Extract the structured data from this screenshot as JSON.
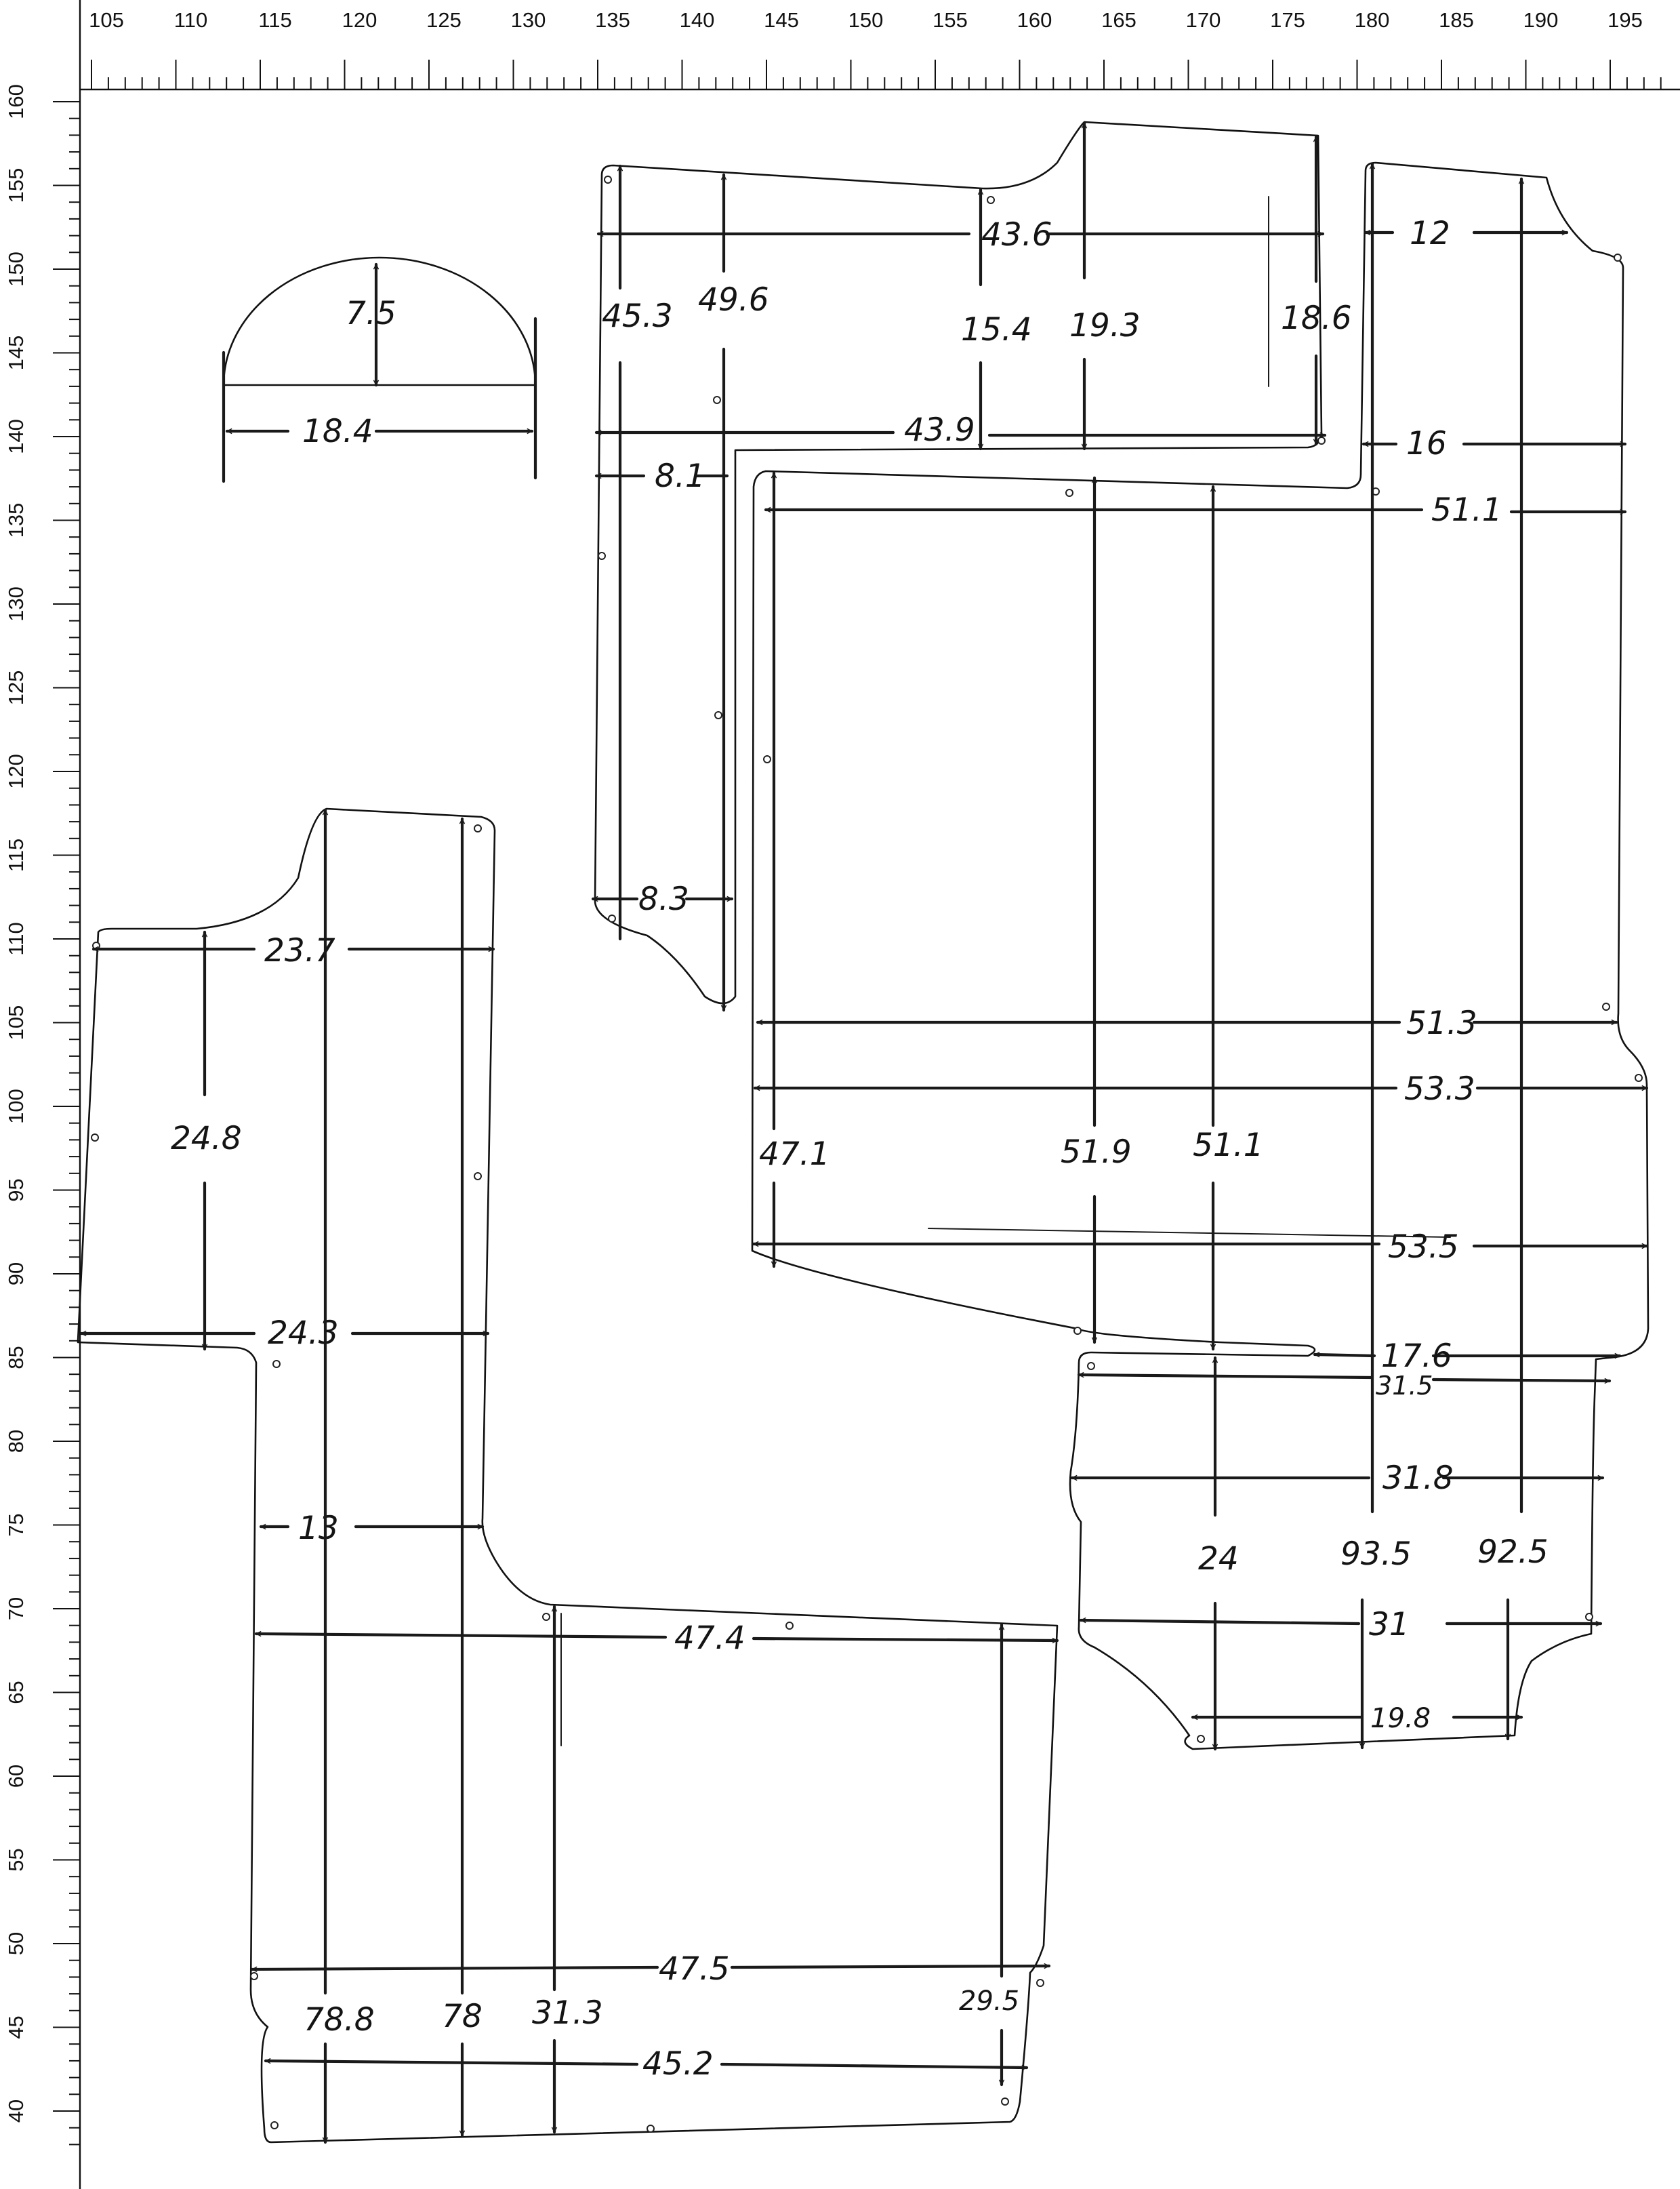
{
  "ruler": {
    "top": [
      "105",
      "110",
      "115",
      "120",
      "125",
      "130",
      "135",
      "140",
      "145",
      "150",
      "155",
      "160",
      "165",
      "170",
      "175",
      "180",
      "185",
      "190",
      "195"
    ],
    "left": [
      "160",
      "155",
      "150",
      "145",
      "140",
      "135",
      "130",
      "125",
      "120",
      "115",
      "110",
      "105",
      "100",
      "95",
      "90",
      "85",
      "80",
      "75",
      "70",
      "65",
      "60",
      "55",
      "50",
      "45",
      "40"
    ]
  },
  "labels": {
    "semi_height": "7.5",
    "semi_width": "18.4",
    "tl_width_top": "43.6",
    "tl_h1": "45.3",
    "tl_h2": "49.6",
    "tl_h3": "15.4",
    "tl_h4": "19.3",
    "tl_h5": "18.6",
    "tl_width_bottom": "43.9",
    "tl_strip_top": "8.1",
    "tl_strip_bottom": "8.3",
    "r_12": "12",
    "r_16": "16",
    "r_51_1_top": "51.1",
    "r_51_3": "51.3",
    "r_53_3": "53.3",
    "r_47_1": "47.1",
    "r_51_9": "51.9",
    "r_51_1_mid": "51.1",
    "r_53_5": "53.5",
    "r_17_6": "17.6",
    "r_31_5": "31.5",
    "r_31_8": "31.8",
    "r_24": "24",
    "r_93_5": "93.5",
    "r_92_5": "92.5",
    "r_31": "31",
    "r_19_8": "19.8",
    "l_23_7": "23.7",
    "l_24_8": "24.8",
    "l_24_3": "24.3",
    "l_13": "13",
    "l_47_4": "47.4",
    "l_47_5": "47.5",
    "l_78_8": "78.8",
    "l_78": "78",
    "l_31_3": "31.3",
    "l_29_5": "29.5",
    "l_45_2": "45.2"
  }
}
